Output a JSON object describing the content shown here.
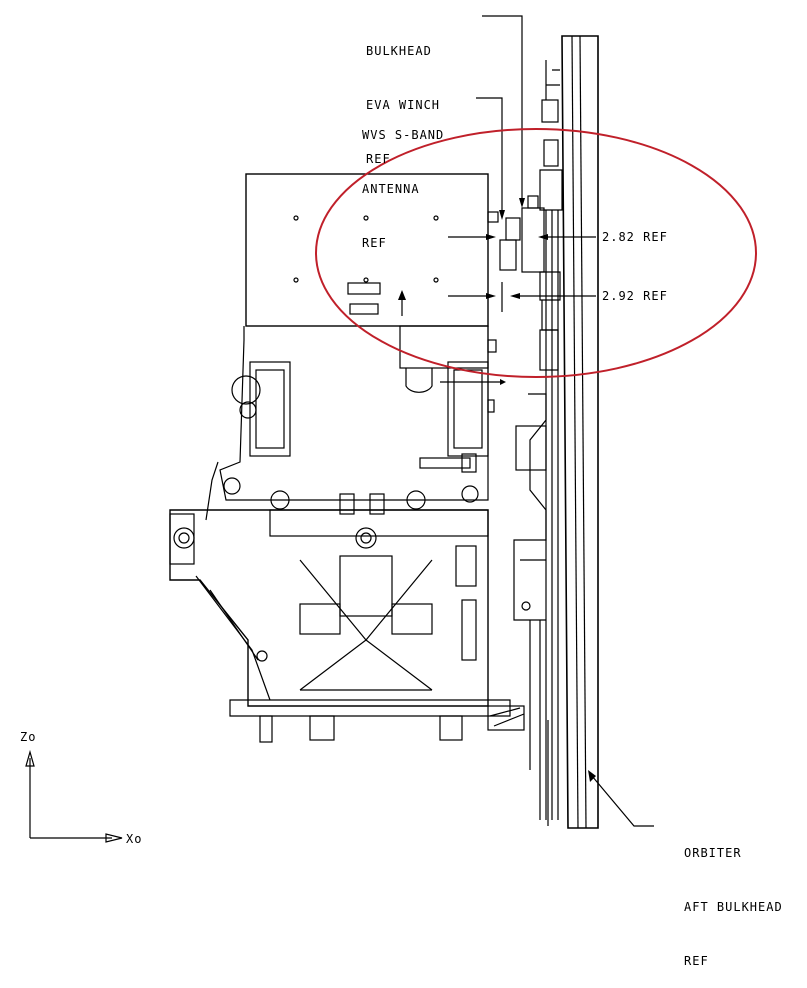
{
  "callouts": {
    "bulkhead_winch": [
      "BULKHEAD",
      "EVA WINCH",
      "REF"
    ],
    "wvs_antenna": [
      "WVS S-BAND",
      "ANTENNA",
      "REF"
    ],
    "orbiter_bulkhead": [
      "ORBITER",
      "AFT BULKHEAD",
      "REF"
    ]
  },
  "dimensions": {
    "upper": "2.82 REF",
    "lower": "2.92 REF"
  },
  "axes": {
    "vertical": "Zo",
    "horizontal": "Xo"
  },
  "colors": {
    "line": "#000000",
    "highlight": "#c0202a",
    "background": "#ffffff"
  }
}
